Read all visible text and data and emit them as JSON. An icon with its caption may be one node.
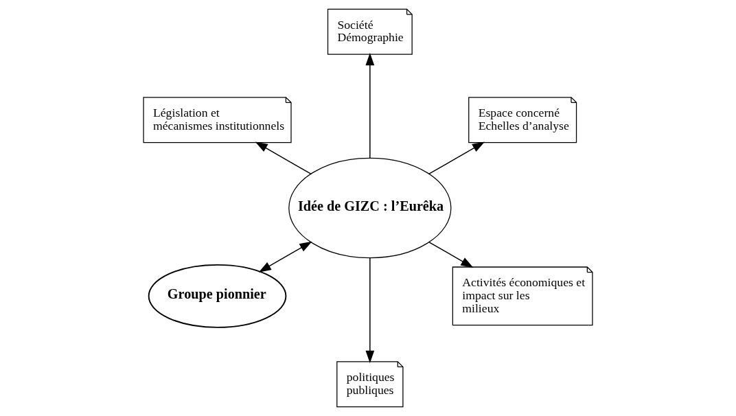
{
  "diagram": {
    "nodes": [
      {
        "text": [
          "Espace concerné",
          "Echelles d’analyse"
        ]
      },
      {
        "text": [
          "Société",
          "Démographie"
        ]
      },
      {
        "text": [
          "Législation et mécanismes institutionnels"
        ]
      },
      {
        "text": [
          "Idée de GIZC : l’Eurêka"
        ]
      },
      {
        "text": [
          "Groupe pionnier"
        ]
      },
      {
        "text": [
          "politiques publiques"
        ]
      },
      {
        "text": [
          "Activités économiques et impact sur les milieux"
        ]
      }
    ],
    "edges": [
      {
        "from": 3,
        "to": 0,
        "arrow": "to"
      },
      {
        "from": 3,
        "to": 1,
        "arrow": "to"
      },
      {
        "from": 3,
        "to": 2,
        "arrow": "to"
      },
      {
        "from": 3,
        "to": 4,
        "arrow": "both"
      },
      {
        "from": 3,
        "to": 5,
        "arrow": "to"
      },
      {
        "from": 3,
        "to": 6,
        "arrow": "to"
      }
    ]
  }
}
